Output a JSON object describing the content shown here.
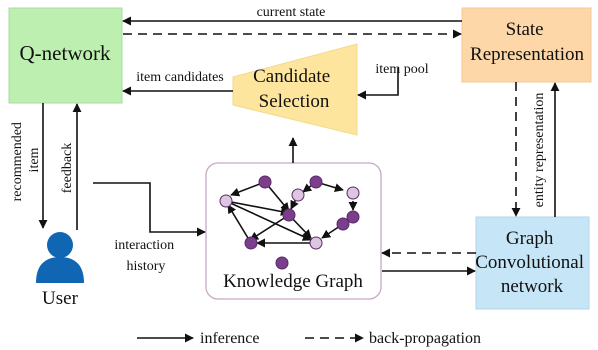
{
  "colors": {
    "q_network": "#bcefb0",
    "state_representation": "#fdd7a8",
    "candidate_selection": "#fde59e",
    "gcn": "#c6e5f6",
    "kg_border": "#c9a9c7",
    "node_dark": "#7b3e8c",
    "node_light": "#dcc6e0",
    "user": "#1166b4"
  },
  "icons": {
    "user": "user-silhouette-icon"
  },
  "boxes": {
    "q_network": "Q-network",
    "state_representation": [
      "State",
      "Representation"
    ],
    "candidate_selection": [
      "Candidate",
      "Selection"
    ],
    "gcn": [
      "Graph",
      "Convolutional",
      "network"
    ],
    "knowledge_graph": "Knowledge Graph",
    "user": "User"
  },
  "edge_labels": {
    "current_state": "current state",
    "item_candidates": "item candidates",
    "item_pool": "item pool",
    "recommended_item": [
      "recommended",
      "item"
    ],
    "feedback": "feedback",
    "interaction_history": [
      "interaction",
      "history"
    ],
    "entity_representation": "entity representation"
  },
  "legend": {
    "inference": "inference",
    "back_propagation": "back-propagation"
  }
}
